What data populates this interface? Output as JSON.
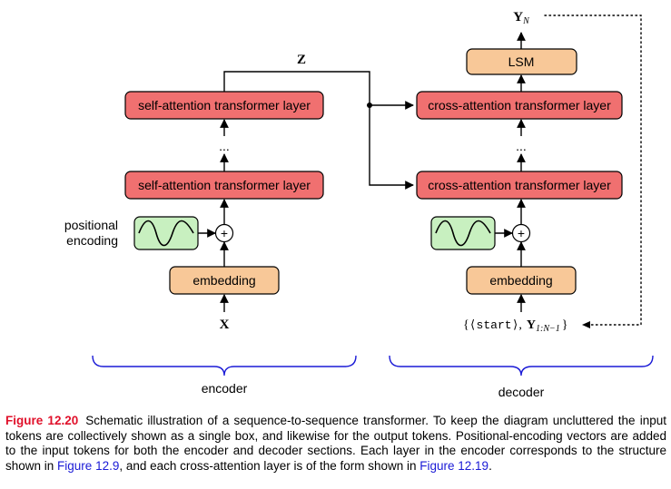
{
  "encoder": {
    "top_layer": "self-attention transformer layer",
    "ellipsis": "...",
    "bottom_layer": "self-attention transformer layer",
    "pe_label_line1": "positional",
    "pe_label_line2": "encoding",
    "plus": "+",
    "embedding": "embedding",
    "input": "X",
    "section_label": "encoder"
  },
  "decoder": {
    "lsm": "LSM",
    "top_layer": "cross-attention transformer layer",
    "ellipsis": "...",
    "bottom_layer": "cross-attention transformer layer",
    "plus": "+",
    "embedding": "embedding",
    "output": {
      "main": "Y",
      "sub": "N"
    },
    "input": {
      "open": "{",
      "start": "⟨start⟩",
      "comma": ",",
      "main": "Y",
      "sub": "1:N−1",
      "close": "}"
    },
    "section_label": "decoder"
  },
  "z_label": "Z",
  "colors": {
    "layer_fill": "#f07070",
    "orange_fill": "#f8c898",
    "pe_fill": "#c8f0c0",
    "brace": "#1a1ad6",
    "caption_red": "#e0102a",
    "caption_link": "#1a1ad6"
  },
  "icons": {
    "positional_encoding": "sine-wave-icon",
    "add": "plus-circle-icon"
  },
  "caption": {
    "figure_number": "Figure 12.20",
    "part1": "Schematic illustration of a sequence-to-sequence transformer. To keep the diagram uncluttered the input tokens are collectively shown as a single box, and likewise for the output tokens. Positional-encoding vectors are added to the input tokens for both the encoder and decoder sections. Each layer in the encoder corresponds to the structure shown in ",
    "ref1": "Figure 12.9",
    "part2": ", and each cross-attention layer is of the form shown in ",
    "ref2": "Figure 12.19",
    "part3": "."
  }
}
